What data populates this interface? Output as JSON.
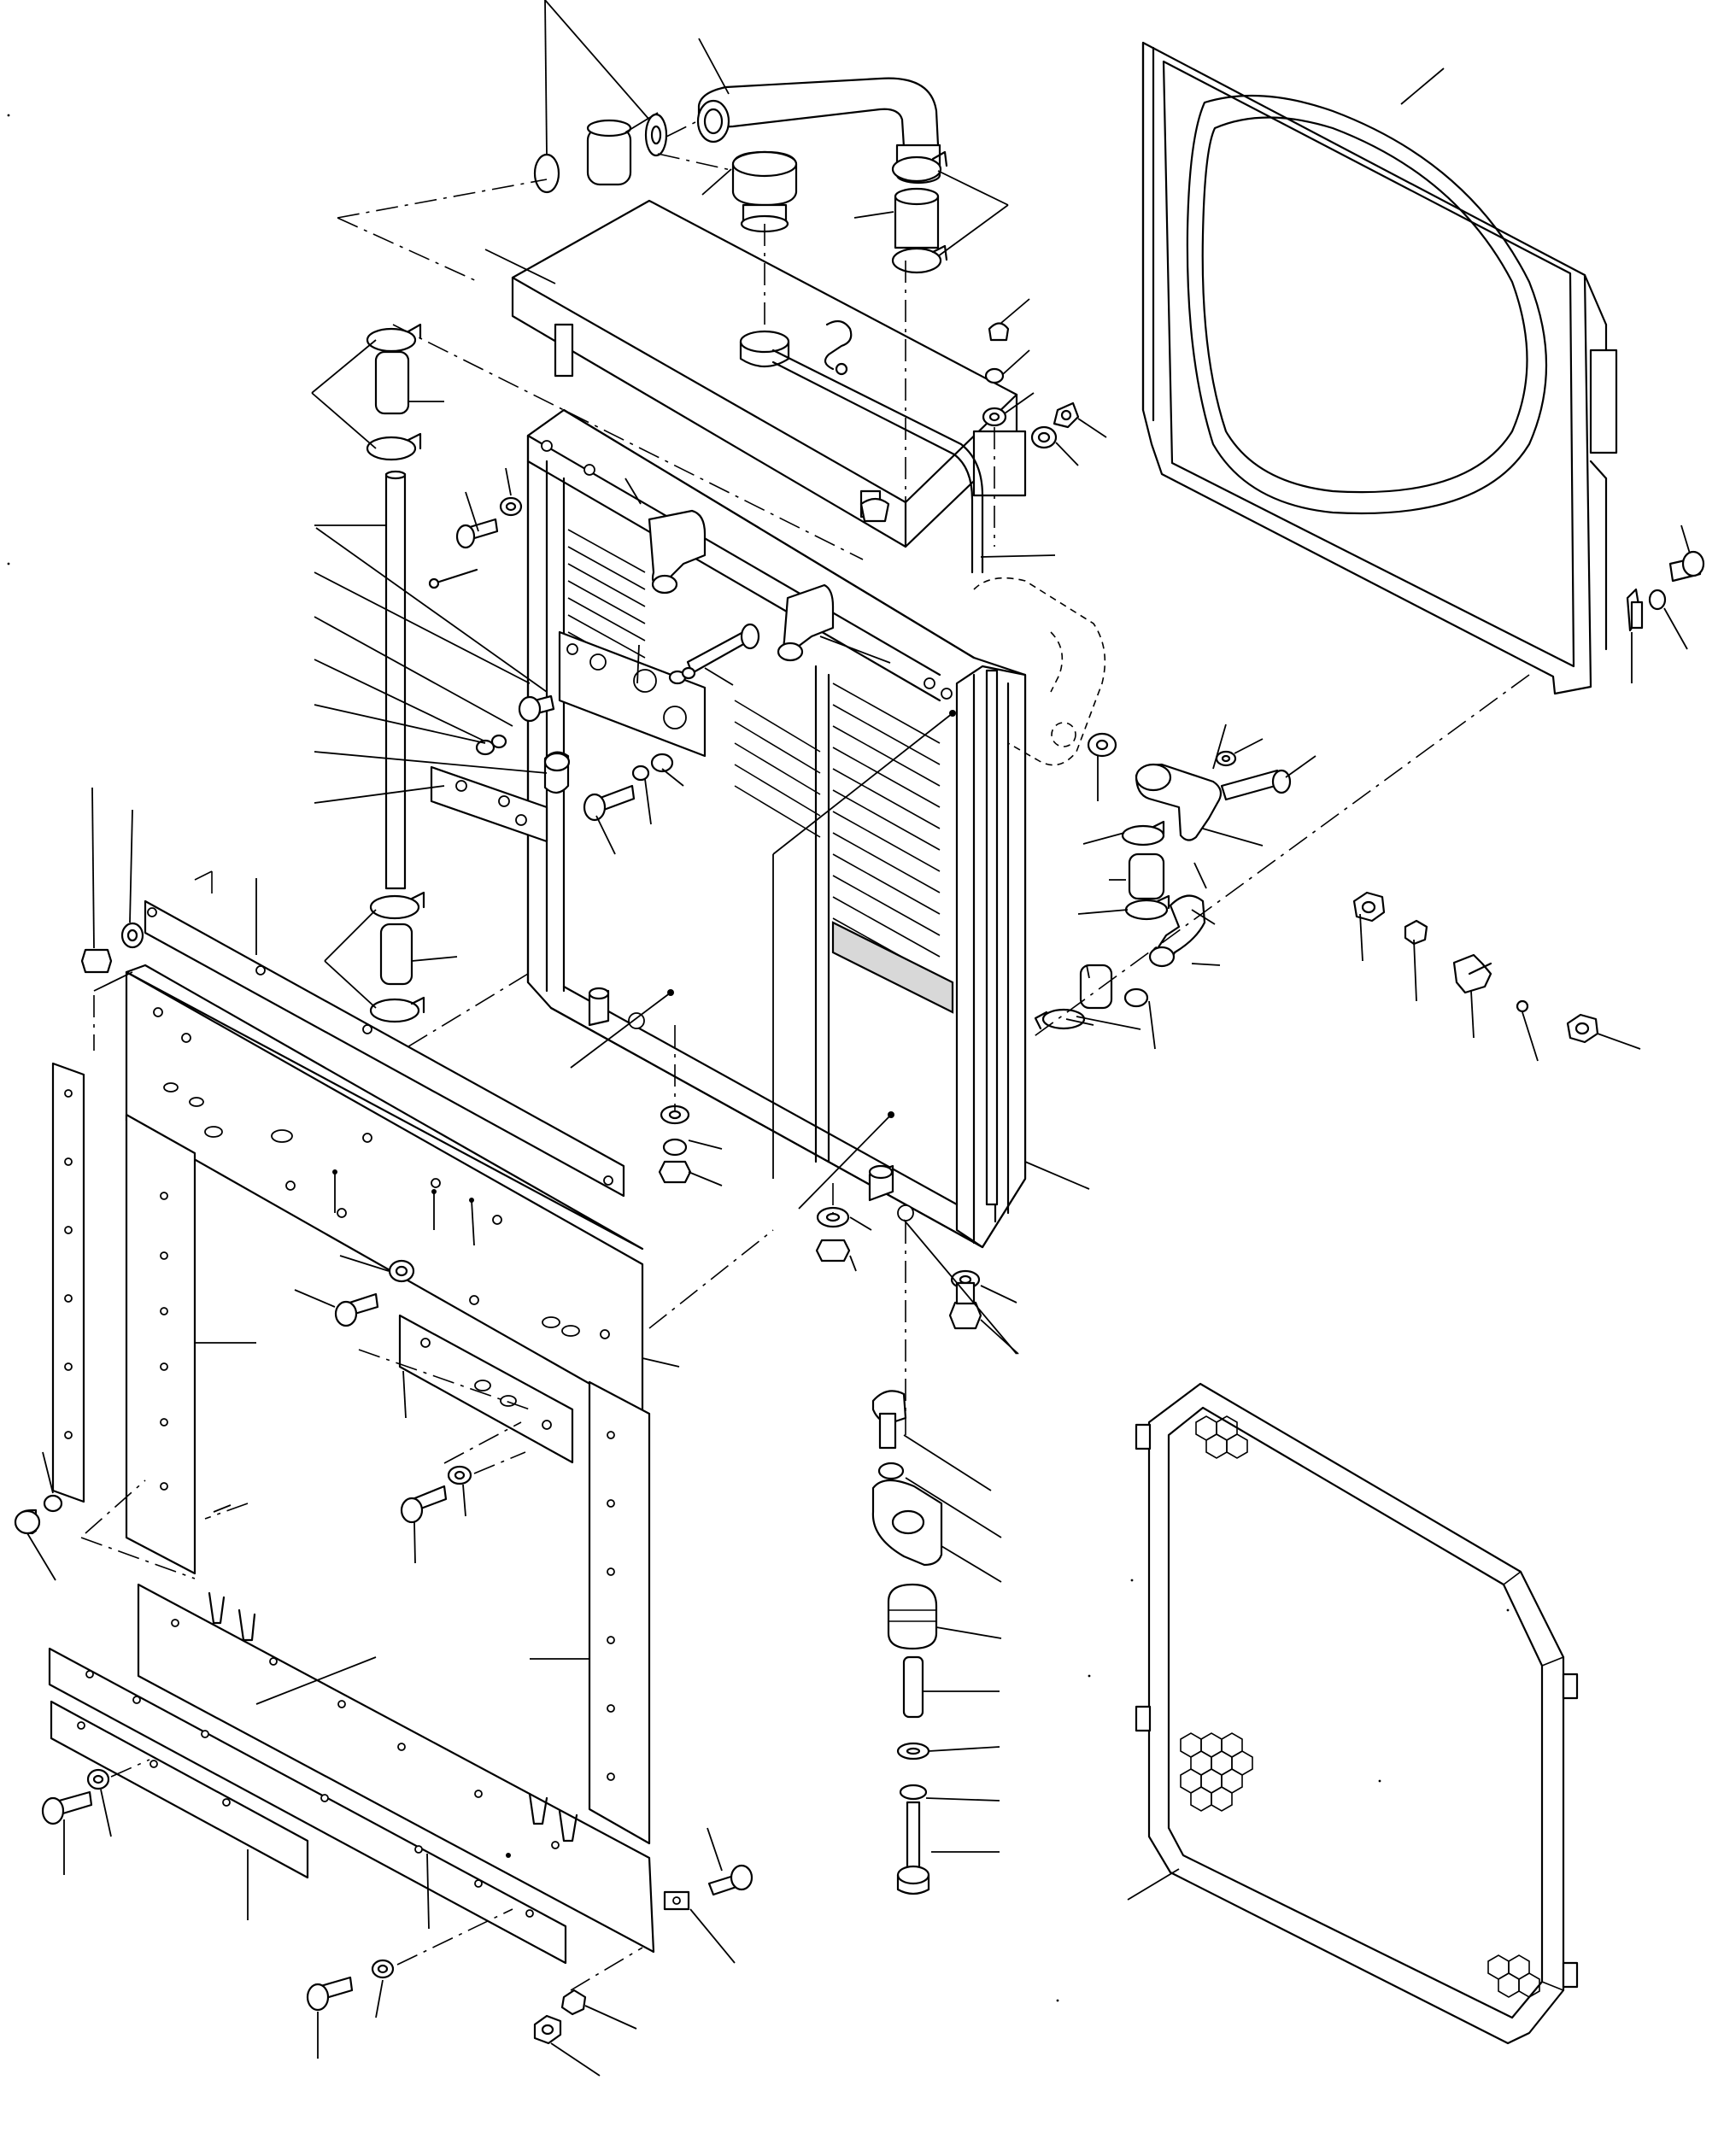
{
  "diagram": {
    "type": "exploded-parts-view",
    "line_color": "#000000",
    "background": "#ffffff",
    "components": [
      "radiator-core",
      "fan-shroud",
      "fan-guard-screen",
      "upper-tank",
      "radiator-cap",
      "upper-hose",
      "drain-tube",
      "front-cover-plate",
      "side-plates",
      "bottom-plates",
      "mounting-isolator",
      "fitting-assembly"
    ],
    "callout_count": 80
  }
}
